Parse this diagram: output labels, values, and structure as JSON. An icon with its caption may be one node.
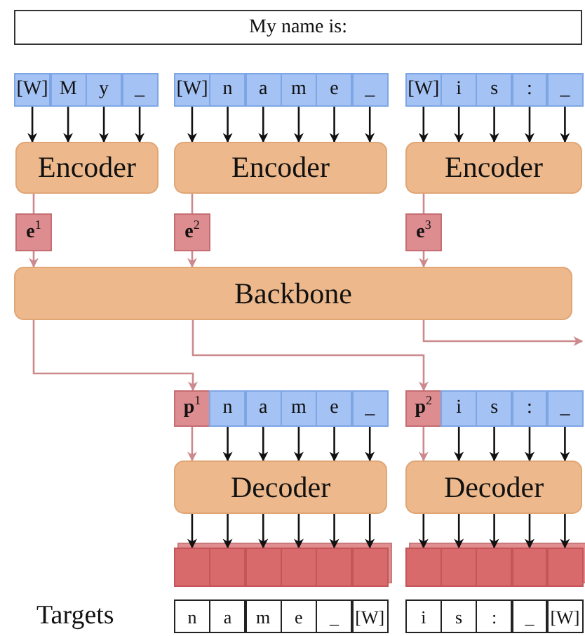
{
  "diagram": {
    "nodes": [
      {
        "text": [
          "My name is:"
        ]
      },
      {
        "text": [
          "[W]"
        ]
      },
      {
        "text": [
          "M"
        ]
      },
      {
        "text": [
          "y"
        ]
      },
      {
        "text": [
          "_"
        ]
      },
      {
        "text": [
          "[W]"
        ]
      },
      {
        "text": [
          "n"
        ]
      },
      {
        "text": [
          "a"
        ]
      },
      {
        "text": [
          "m"
        ]
      },
      {
        "text": [
          "e"
        ]
      },
      {
        "text": [
          "_"
        ]
      },
      {
        "text": [
          "[W]"
        ]
      },
      {
        "text": [
          "i"
        ]
      },
      {
        "text": [
          "s"
        ]
      },
      {
        "text": [
          ":"
        ]
      },
      {
        "text": [
          "_"
        ]
      },
      {
        "text": [
          "Encoder"
        ]
      },
      {
        "text": [
          "Encoder"
        ]
      },
      {
        "text": [
          "Encoder"
        ]
      },
      {
        "text": [
          "**e**$^{1}$"
        ]
      },
      {
        "text": [
          "**e**$^{2}$"
        ]
      },
      {
        "text": [
          "**e**$^{3}$"
        ]
      },
      {
        "text": [
          "Backbone"
        ]
      },
      {
        "text": [
          "**p**$^{1}$"
        ]
      },
      {
        "text": [
          "n"
        ]
      },
      {
        "text": [
          "a"
        ]
      },
      {
        "text": [
          "m"
        ]
      },
      {
        "text": [
          "e"
        ]
      },
      {
        "text": [
          "_"
        ]
      },
      {
        "text": [
          "**p**$^{2}$"
        ]
      },
      {
        "text": [
          "i"
        ]
      },
      {
        "text": [
          "s"
        ]
      },
      {
        "text": [
          ":"
        ]
      },
      {
        "text": [
          "_"
        ]
      },
      {
        "text": [
          "Decoder"
        ]
      },
      {
        "text": [
          "Decoder"
        ]
      },
      {
        "text": [],
        "shape": "box"
      },
      {
        "text": [],
        "shape": "box"
      },
      {
        "text": [],
        "shape": "box"
      },
      {
        "text": [],
        "shape": "box"
      },
      {
        "text": [],
        "shape": "box"
      },
      {
        "text": [],
        "shape": "box"
      },
      {
        "text": [],
        "shape": "box"
      },
      {
        "text": [],
        "shape": "box"
      },
      {
        "text": [],
        "shape": "box"
      },
      {
        "text": [],
        "shape": "box"
      },
      {
        "text": [],
        "shape": "box"
      },
      {
        "text": [
          "n"
        ]
      },
      {
        "text": [
          "a"
        ]
      },
      {
        "text": [
          "m"
        ]
      },
      {
        "text": [
          "e"
        ]
      },
      {
        "text": [
          "_"
        ]
      },
      {
        "text": [
          "[W]"
        ]
      },
      {
        "text": [
          "i"
        ]
      },
      {
        "text": [
          "s"
        ]
      },
      {
        "text": [
          ":"
        ]
      },
      {
        "text": [
          "_"
        ]
      },
      {
        "text": [
          "[W]"
        ]
      }
    ],
    "edges": [
      {
        "from": 1,
        "to": 16,
        "arrow": "to"
      },
      {
        "from": 2,
        "to": 16,
        "arrow": "to"
      },
      {
        "from": 3,
        "to": 16,
        "arrow": "to"
      },
      {
        "from": 4,
        "to": 16,
        "arrow": "to"
      },
      {
        "from": 5,
        "to": 17,
        "arrow": "to"
      },
      {
        "from": 6,
        "to": 17,
        "arrow": "to"
      },
      {
        "from": 7,
        "to": 17,
        "arrow": "to"
      },
      {
        "from": 8,
        "to": 17,
        "arrow": "to"
      },
      {
        "from": 9,
        "to": 17,
        "arrow": "to"
      },
      {
        "from": 10,
        "to": 17,
        "arrow": "to"
      },
      {
        "from": 11,
        "to": 18,
        "arrow": "to"
      },
      {
        "from": 12,
        "to": 18,
        "arrow": "to"
      },
      {
        "from": 13,
        "to": 18,
        "arrow": "to"
      },
      {
        "from": 14,
        "to": 18,
        "arrow": "to"
      },
      {
        "from": 15,
        "to": 18,
        "arrow": "to"
      },
      {
        "from": 16,
        "to": 19,
        "arrow": "none",
        "color": "#cc8a8d"
      },
      {
        "from": 17,
        "to": 20,
        "arrow": "none",
        "color": "#cc8a8d"
      },
      {
        "from": 18,
        "to": 21,
        "arrow": "none",
        "color": "#cc8a8d"
      },
      {
        "from": 19,
        "to": 22,
        "arrow": "to",
        "color": "#cc8a8d"
      },
      {
        "from": 20,
        "to": 22,
        "arrow": "to",
        "color": "#cc8a8d"
      },
      {
        "from": 21,
        "to": 22,
        "arrow": "to",
        "color": "#cc8a8d"
      },
      {
        "from": 22,
        "to": null,
        "arrow": "to",
        "color": "#cc8a8d"
      },
      {
        "from": 22,
        "to": 23,
        "arrow": "to",
        "color": "#cc8a8d"
      },
      {
        "from": 22,
        "to": 29,
        "arrow": "to",
        "color": "#cc8a8d"
      },
      {
        "from": 23,
        "to": 34,
        "arrow": "to",
        "color": "#cc8a8d"
      },
      {
        "from": 24,
        "to": 34,
        "arrow": "to"
      },
      {
        "from": 25,
        "to": 34,
        "arrow": "to"
      },
      {
        "from": 26,
        "to": 34,
        "arrow": "to"
      },
      {
        "from": 27,
        "to": 34,
        "arrow": "to"
      },
      {
        "from": 28,
        "to": 34,
        "arrow": "to"
      },
      {
        "from": 29,
        "to": 35,
        "arrow": "to",
        "color": "#cc8a8d"
      },
      {
        "from": 30,
        "to": 35,
        "arrow": "to"
      },
      {
        "from": 31,
        "to": 35,
        "arrow": "to"
      },
      {
        "from": 32,
        "to": 35,
        "arrow": "to"
      },
      {
        "from": 33,
        "to": 35,
        "arrow": "to"
      },
      {
        "from": 34,
        "to": 36,
        "arrow": "to"
      },
      {
        "from": 34,
        "to": 37,
        "arrow": "to"
      },
      {
        "from": 34,
        "to": 38,
        "arrow": "to"
      },
      {
        "from": 34,
        "to": 39,
        "arrow": "to"
      },
      {
        "from": 34,
        "to": 40,
        "arrow": "to"
      },
      {
        "from": 34,
        "to": 41,
        "arrow": "to"
      },
      {
        "from": 35,
        "to": 42,
        "arrow": "to"
      },
      {
        "from": 35,
        "to": 43,
        "arrow": "to"
      },
      {
        "from": 35,
        "to": 44,
        "arrow": "to"
      },
      {
        "from": 35,
        "to": 45,
        "arrow": "to"
      },
      {
        "from": 35,
        "to": 46,
        "arrow": "to"
      }
    ],
    "labels": [
      "Targets"
    ]
  }
}
